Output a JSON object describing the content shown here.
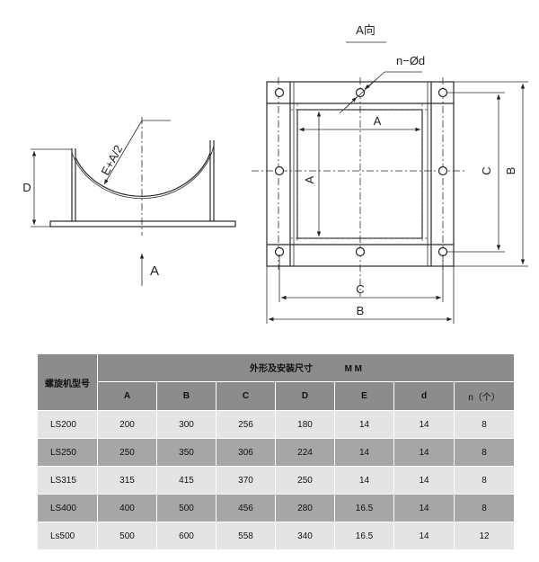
{
  "drawing": {
    "view_label": "A向",
    "hole_label": "n−Ød",
    "side_view": {
      "radius_label": "E+A/2",
      "height_label": "D",
      "arrow_label": "A"
    },
    "plan_view": {
      "inner_width_label": "A",
      "inner_height_label": "A",
      "hole_span_h_label": "C",
      "outer_width_label": "B",
      "hole_span_v_label": "C",
      "outer_height_label": "B"
    }
  },
  "table": {
    "model_header": "螺旋机型号",
    "group_header": "外形及安装尺寸",
    "unit": "M M",
    "columns": [
      "A",
      "B",
      "C",
      "D",
      "E",
      "d",
      "n（个）"
    ],
    "rows": [
      {
        "model": "LS200",
        "values": [
          "200",
          "300",
          "256",
          "180",
          "14",
          "14",
          "8"
        ]
      },
      {
        "model": "LS250",
        "values": [
          "250",
          "350",
          "306",
          "224",
          "14",
          "14",
          "8"
        ]
      },
      {
        "model": "LS315",
        "values": [
          "315",
          "415",
          "370",
          "250",
          "14",
          "14",
          "8"
        ]
      },
      {
        "model": "LS400",
        "values": [
          "400",
          "500",
          "456",
          "280",
          "16.5",
          "14",
          "8"
        ]
      },
      {
        "model": "Ls500",
        "values": [
          "500",
          "600",
          "558",
          "340",
          "16.5",
          "14",
          "12"
        ]
      }
    ]
  }
}
